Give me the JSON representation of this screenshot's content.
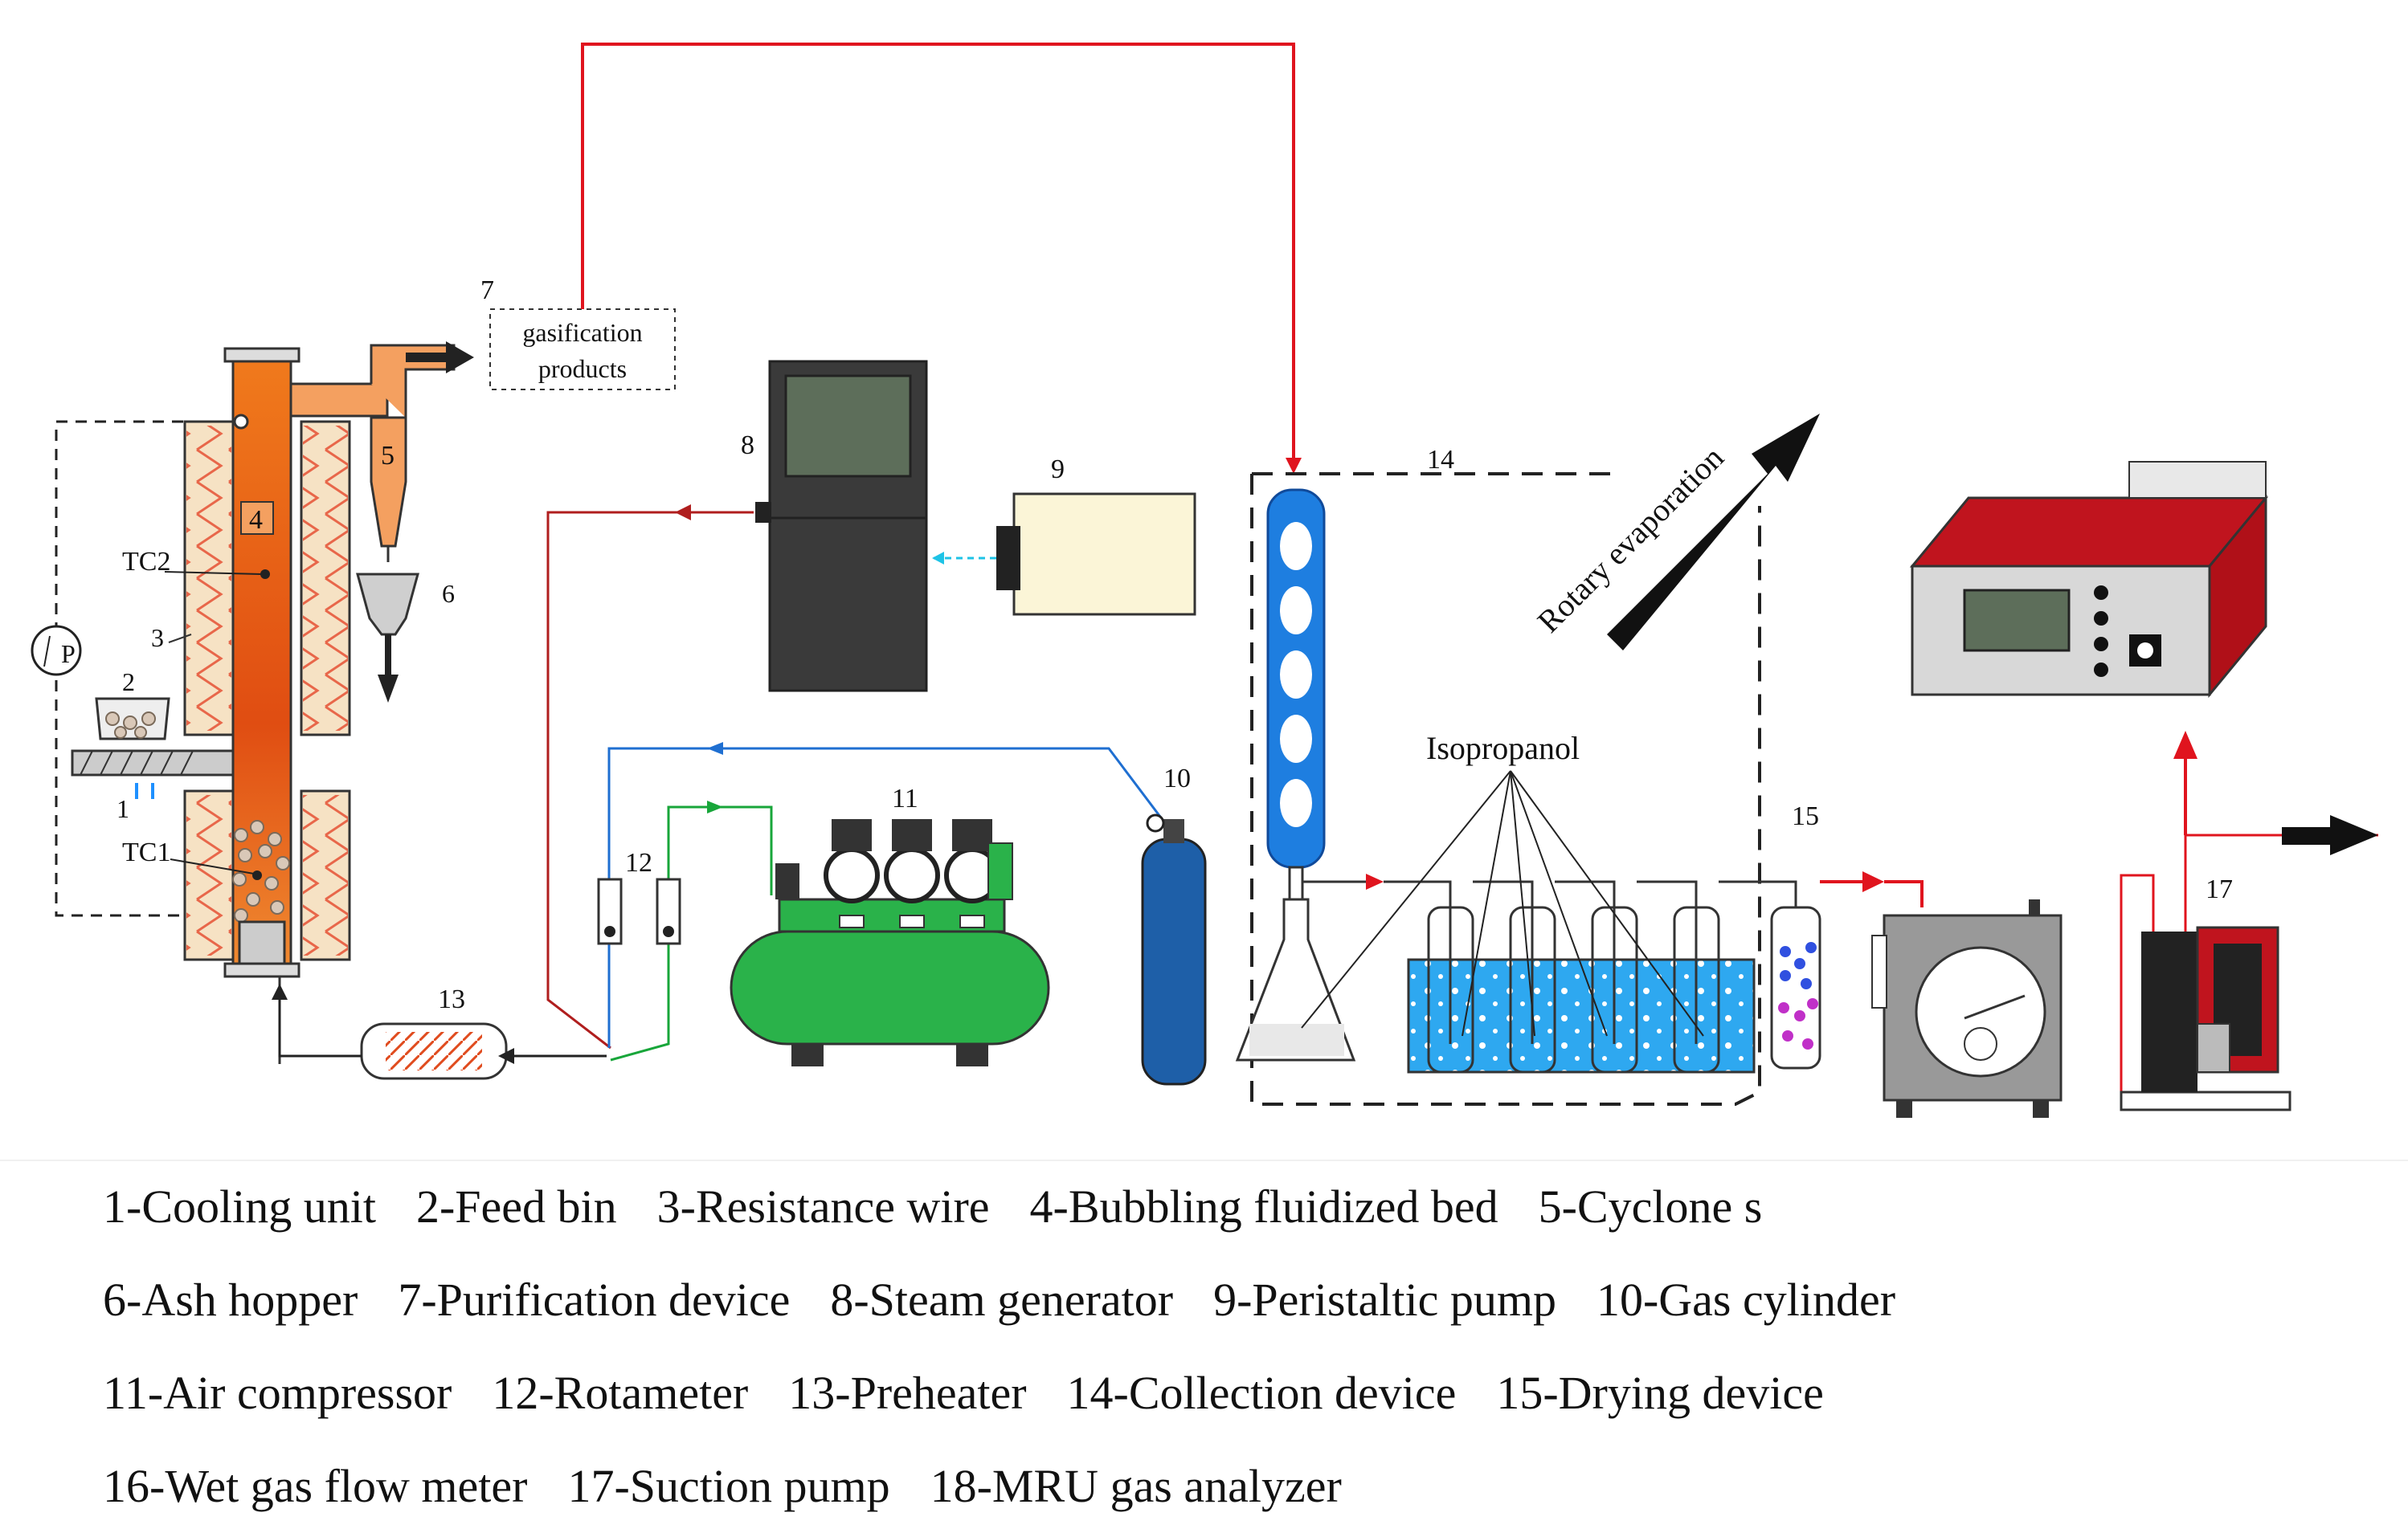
{
  "diagram": {
    "labels": {
      "n1": "1",
      "n2": "2",
      "n3": "3",
      "n4": "4",
      "n5": "5",
      "n6": "6",
      "n7": "7",
      "n8": "8",
      "n9": "9",
      "n10": "10",
      "n11": "11",
      "n12": "12",
      "n13": "13",
      "n14": "14",
      "n15": "15",
      "n17": "17",
      "tc1": "TC1",
      "tc2": "TC2",
      "pressure": "P",
      "gasification_line1": "gasification",
      "gasification_line2": "products",
      "isopropanol": "Isopropanol",
      "rotary_evaporation": "Rotary evaporation"
    },
    "colors": {
      "gas_line_red": "#e0141e",
      "steam_line": "#b01e1e",
      "air_line_blue": "#1f6fd1",
      "compressor_line": "#18a63a",
      "reactor": "#e85a12",
      "heater": "#f6e2c4",
      "condenser": "#1e7ee0",
      "compressor": "#2ab24a",
      "cylinder": "#1e5fa8",
      "analyzer_accent": "#c0141e"
    }
  },
  "legend": {
    "rows": [
      [
        "1-Cooling unit",
        "2-Feed bin",
        "3-Resistance wire",
        "4-Bubbling fluidized bed",
        "5-Cyclone s"
      ],
      [
        "6-Ash hopper",
        "7-Purification device",
        "8-Steam generator",
        "9-Peristaltic pump",
        "10-Gas cylinder"
      ],
      [
        "11-Air compressor",
        "12-Rotameter",
        "13-Preheater",
        "14-Collection device",
        "15-Drying device"
      ],
      [
        "16-Wet gas flow meter",
        "17-Suction pump",
        "18-MRU gas analyzer"
      ]
    ]
  }
}
